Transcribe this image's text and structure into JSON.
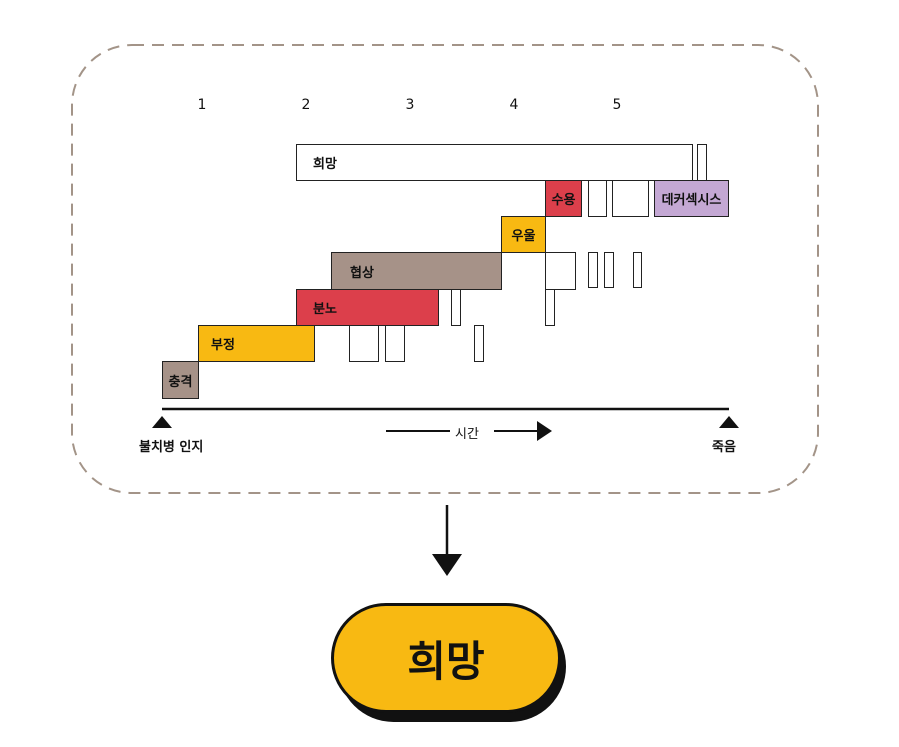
{
  "stages": {
    "s1": "1",
    "s2": "2",
    "s3": "3",
    "s4": "4",
    "s5": "5"
  },
  "boxes": {
    "hope": "희망",
    "acceptance": "수용",
    "decathexis": "데커섹시스",
    "depression": "우울",
    "bargaining": "협상",
    "anger": "분노",
    "denial": "부정",
    "shock": "충격"
  },
  "axis": {
    "start": "불치병 인지",
    "time": "시간",
    "end": "죽음"
  },
  "result": {
    "label": "희망"
  },
  "colors": {
    "yellow": "#f8b912",
    "red": "#dc3f4b",
    "gray": "#a69288",
    "purple": "#c4a8d4",
    "dash": "#a39488"
  }
}
